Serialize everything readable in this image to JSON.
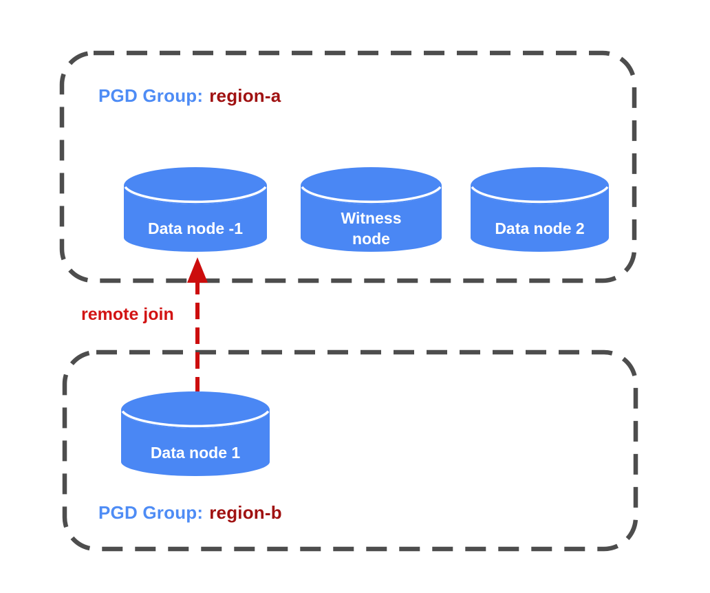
{
  "title": "PGD groups remote join diagram",
  "colors": {
    "node_blue": "#4a87f4",
    "group_label_blue": "#4e8cf5",
    "group_label_dark_red": "#a01212",
    "edge_label_red": "#d21414",
    "arrow_red": "#cc0d0d",
    "group_border_gray": "#4d4d4d",
    "node_text_white": "#ffffff"
  },
  "groups": [
    {
      "id": "region-a",
      "label_prefix": "PGD Group:",
      "label_value": "region-a",
      "nodes": [
        {
          "label": "Data node -1"
        },
        {
          "label": "Witness\nnode"
        },
        {
          "label": "Data node 2"
        }
      ]
    },
    {
      "id": "region-b",
      "label_prefix": "PGD Group:",
      "label_value": "region-b",
      "nodes": [
        {
          "label": "Data node 1"
        }
      ]
    }
  ],
  "edge": {
    "label": "remote join"
  }
}
